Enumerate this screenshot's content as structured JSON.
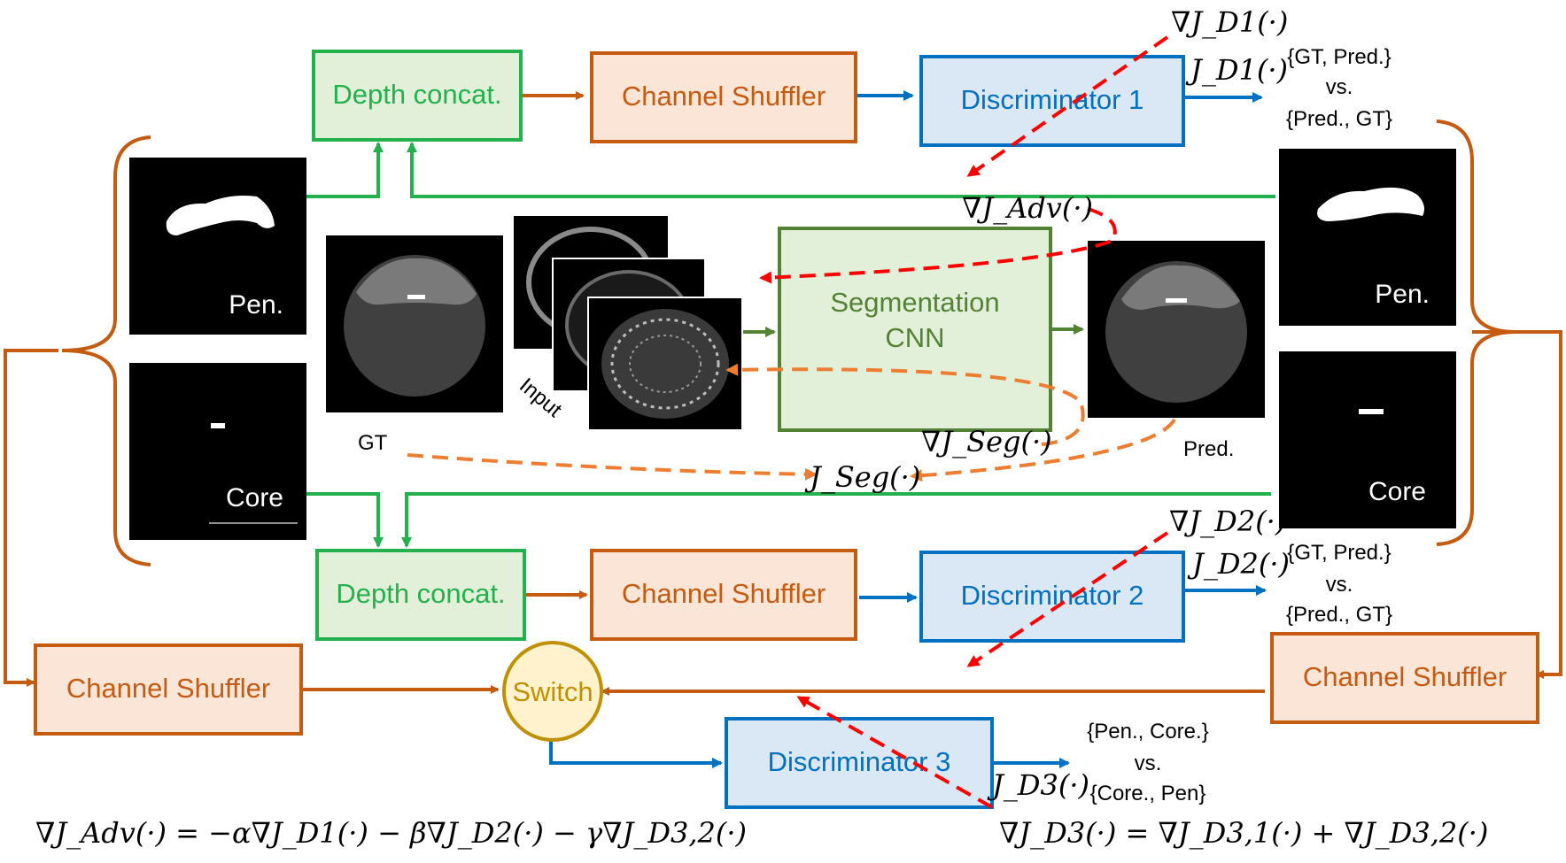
{
  "colors": {
    "green": "#22b14c",
    "green_fill": "#e2f0d9",
    "orange": "#c55a11",
    "orange_fill": "#fbe5d6",
    "blue": "#0070c0",
    "blue_fill": "#dae8f5",
    "seg_green": "#548235",
    "seg_fill": "#e2f0d9",
    "switch": "#bf9000",
    "switch_fill": "#fff2cc",
    "red": "#ff0000",
    "dashed_orange": "#ed7d31"
  },
  "blocks": {
    "depth_concat_top": "Depth concat.",
    "depth_concat_bottom": "Depth concat.",
    "channel_shuffler_top": "Channel Shuffler",
    "channel_shuffler_mid": "Channel Shuffler",
    "channel_shuffler_left": "Channel Shuffler",
    "channel_shuffler_right": "Channel Shuffler",
    "discriminator_1": "Discriminator 1",
    "discriminator_2": "Discriminator 2",
    "discriminator_3": "Discriminator 3",
    "segmentation_line1": "Segmentation",
    "segmentation_line2": "CNN",
    "switch": "Switch"
  },
  "images": {
    "pen_left": "Pen.",
    "core_left": "Core",
    "pen_right": "Pen.",
    "core_right": "Core",
    "gt": "GT",
    "input": "Input",
    "pred": "Pred."
  },
  "comparisons": {
    "d1": [
      "{GT, Pred.}",
      "vs.",
      "{Pred., GT}"
    ],
    "d2": [
      "{GT, Pred.}",
      "vs.",
      "{Pred., GT}"
    ],
    "d3": [
      "{Pen., Core.}",
      "vs.",
      "{Core., Pen}"
    ]
  },
  "math": {
    "grad_jd1": "∇J_D1(·)",
    "jd1": "J_D1(·)",
    "grad_jadv": "∇J_Adv(·)",
    "grad_jseg": "∇J_Seg(·)",
    "jseg": "J_Seg(·)",
    "grad_jd2": "∇J_D2(·)",
    "jd2": "J_D2(·)",
    "jd3": "J_D3(·)",
    "eq_adv": "∇J_Adv(·) = −α∇J_D1(·) − β∇J_D2(·) − γ∇J_D3,2(·)",
    "eq_d3": "∇J_D3(·) = ∇J_D3,1(·) + ∇J_D3,2(·)"
  }
}
